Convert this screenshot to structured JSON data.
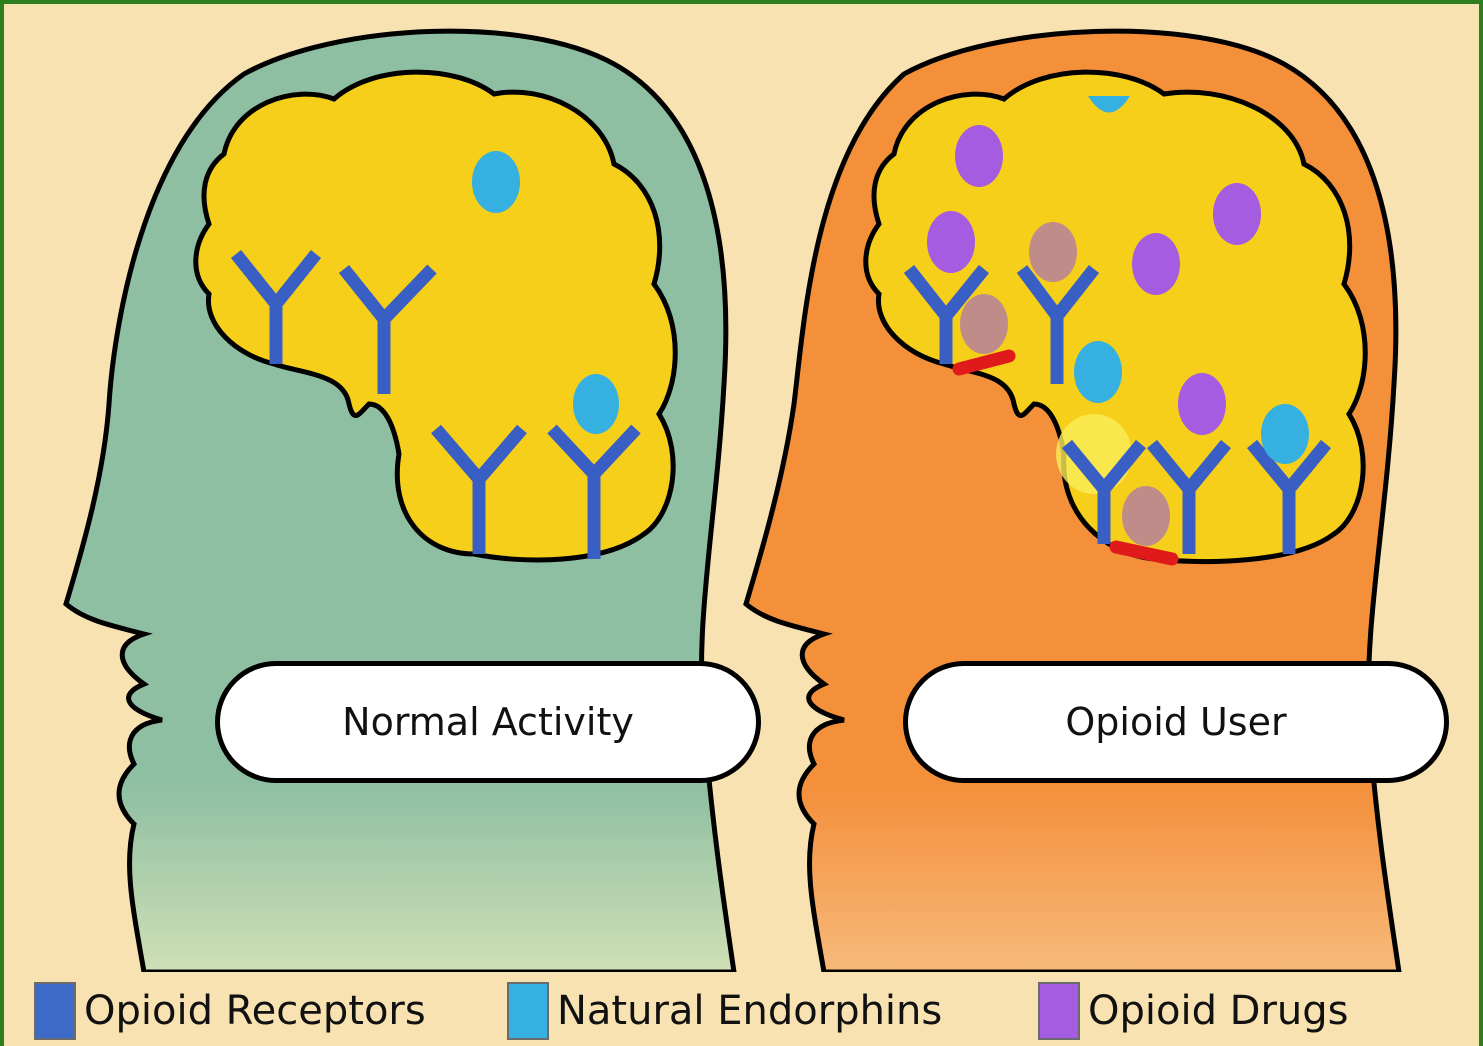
{
  "labels": {
    "left_head": "Normal Activity",
    "right_head": "Opioid User"
  },
  "legend": [
    {
      "label": "Opioid Receptors",
      "color": "#3d6ac7"
    },
    {
      "label": "Natural Endorphins",
      "color": "#35b0e0"
    },
    {
      "label": "Opioid Drugs",
      "color": "#a55ce0"
    }
  ],
  "colors": {
    "background": "#f8e2b2",
    "border": "#2e7d1f",
    "normal_head": "#8fbfa2",
    "opioid_head": "#f48f3a",
    "brain": "#f6cf1a",
    "receptor": "#3a5fc4",
    "endorphin": "#35b0e0",
    "drug": "#a55ce0",
    "damage": "#e01a1a"
  }
}
